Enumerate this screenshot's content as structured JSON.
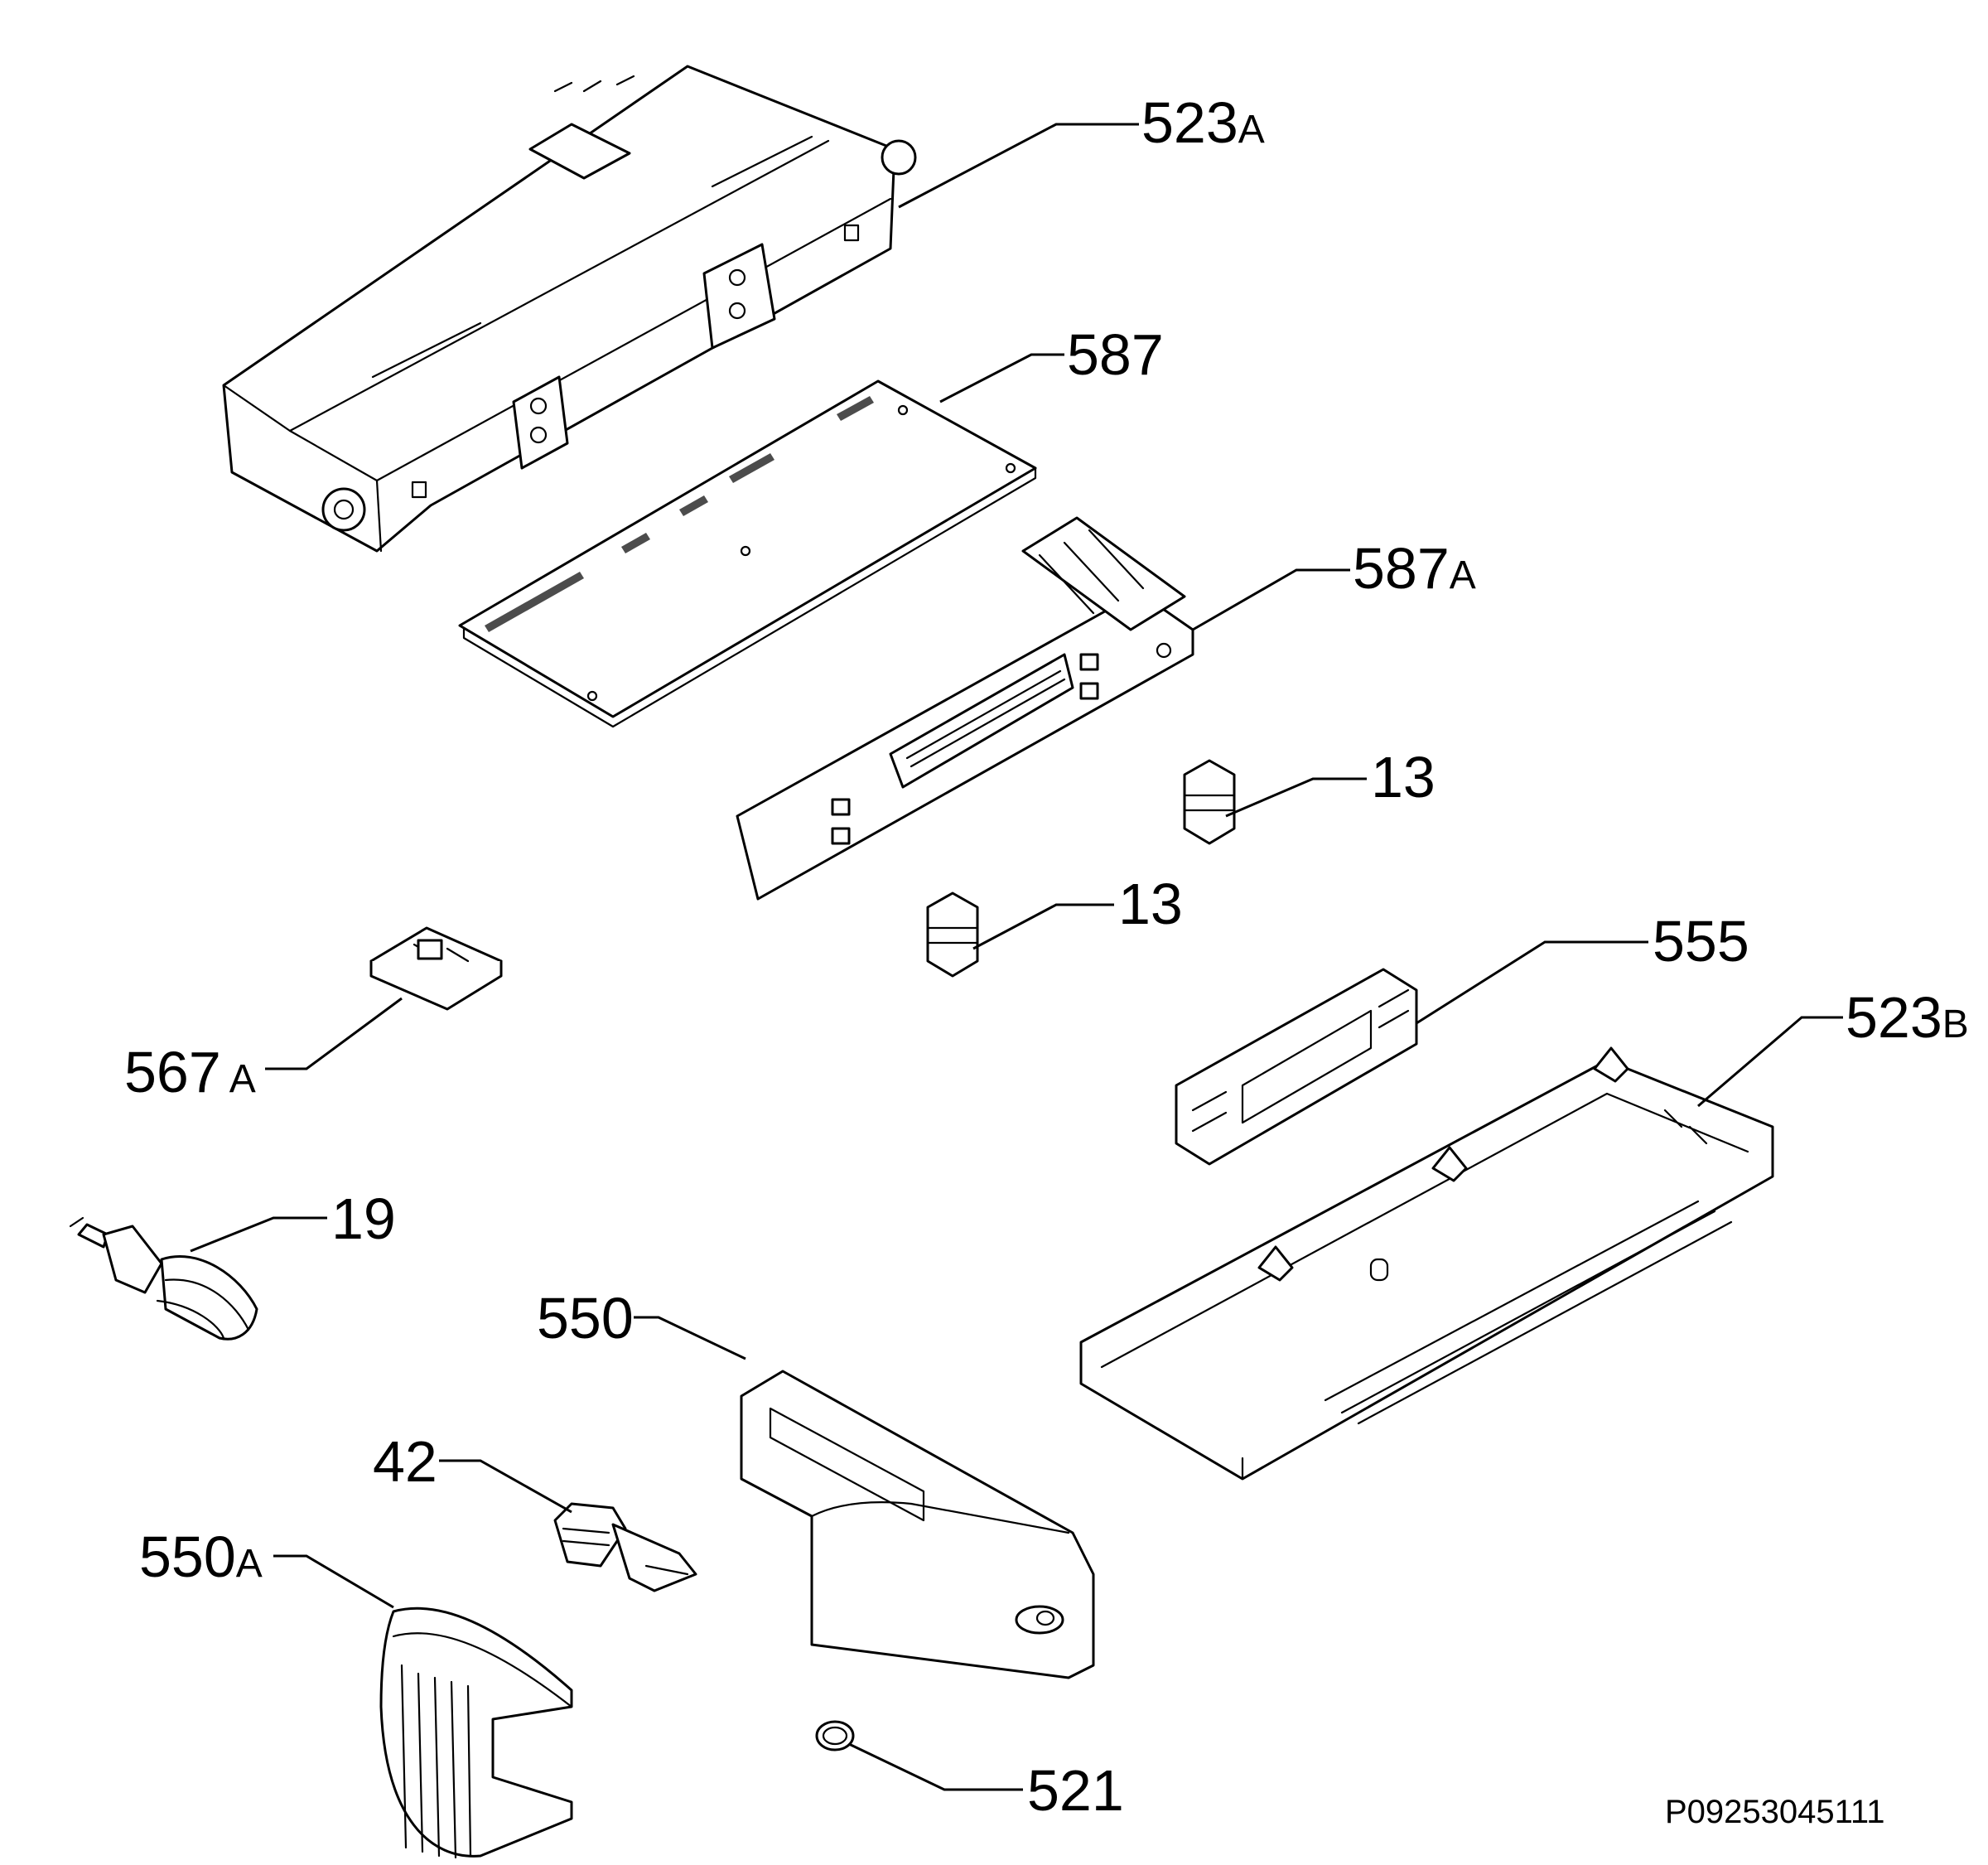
{
  "diagram": {
    "callouts": [
      {
        "key": "523A",
        "num": "523",
        "suffix": "A"
      },
      {
        "key": "587",
        "num": "587",
        "suffix": ""
      },
      {
        "key": "587A",
        "num": "587",
        "suffix": "A"
      },
      {
        "key": "13a",
        "num": "13",
        "suffix": ""
      },
      {
        "key": "13b",
        "num": "13",
        "suffix": ""
      },
      {
        "key": "555",
        "num": "555",
        "suffix": ""
      },
      {
        "key": "523B",
        "num": "523",
        "suffix": "B"
      },
      {
        "key": "567A",
        "num": "567",
        "suffix": "A"
      },
      {
        "key": "19",
        "num": "19",
        "suffix": ""
      },
      {
        "key": "550",
        "num": "550",
        "suffix": ""
      },
      {
        "key": "42",
        "num": "42",
        "suffix": ""
      },
      {
        "key": "550A",
        "num": "550",
        "suffix": "A"
      },
      {
        "key": "521",
        "num": "521",
        "suffix": ""
      }
    ],
    "drawing_code": "P09253045111",
    "colors": {
      "line": "#000000",
      "background": "#ffffff"
    }
  }
}
